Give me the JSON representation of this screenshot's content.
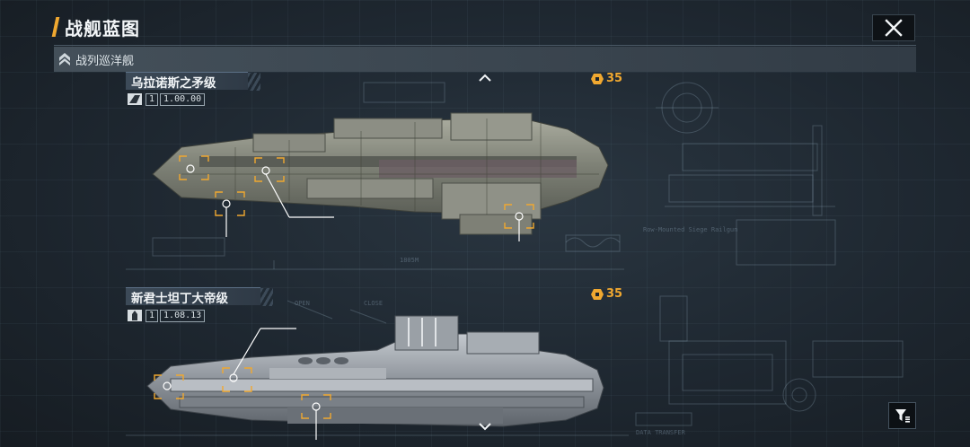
{
  "header": {
    "title": "战舰蓝图"
  },
  "category": {
    "label": "战列巡洋舰"
  },
  "ships": [
    {
      "name": "乌拉诺斯之矛级",
      "stat_a": "1",
      "stat_b": "1.00.00",
      "cost": "35"
    },
    {
      "name": "新君士坦丁大帝级",
      "stat_a": "1",
      "stat_b": "1.08.13",
      "cost": "35"
    }
  ],
  "blueprint_labels": {
    "length": "1805M",
    "railgun": "Row-Mounted Siege Railgun",
    "data_transfer": "DATA TRANSFER",
    "open": "OPEN",
    "close": "CLOSE"
  },
  "colors": {
    "accent": "#f0a830",
    "background": "#1c242c"
  }
}
